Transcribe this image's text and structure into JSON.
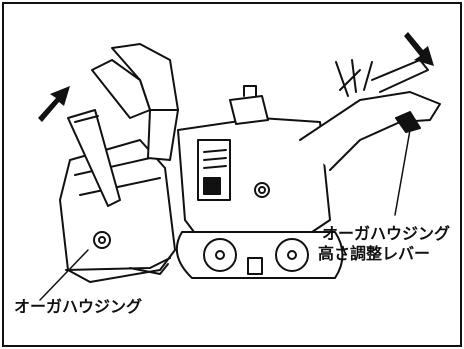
{
  "labels": {
    "auger_height_lever_line1": "オーガハウジング",
    "auger_height_lever_line2": "高さ調整レバー",
    "auger_housing": "オーガハウジング"
  },
  "colors": {
    "line": "#111111",
    "background": "#ffffff"
  },
  "icons": {
    "up_arrow": "arrow-up-icon",
    "down_arrow": "arrow-down-icon"
  }
}
